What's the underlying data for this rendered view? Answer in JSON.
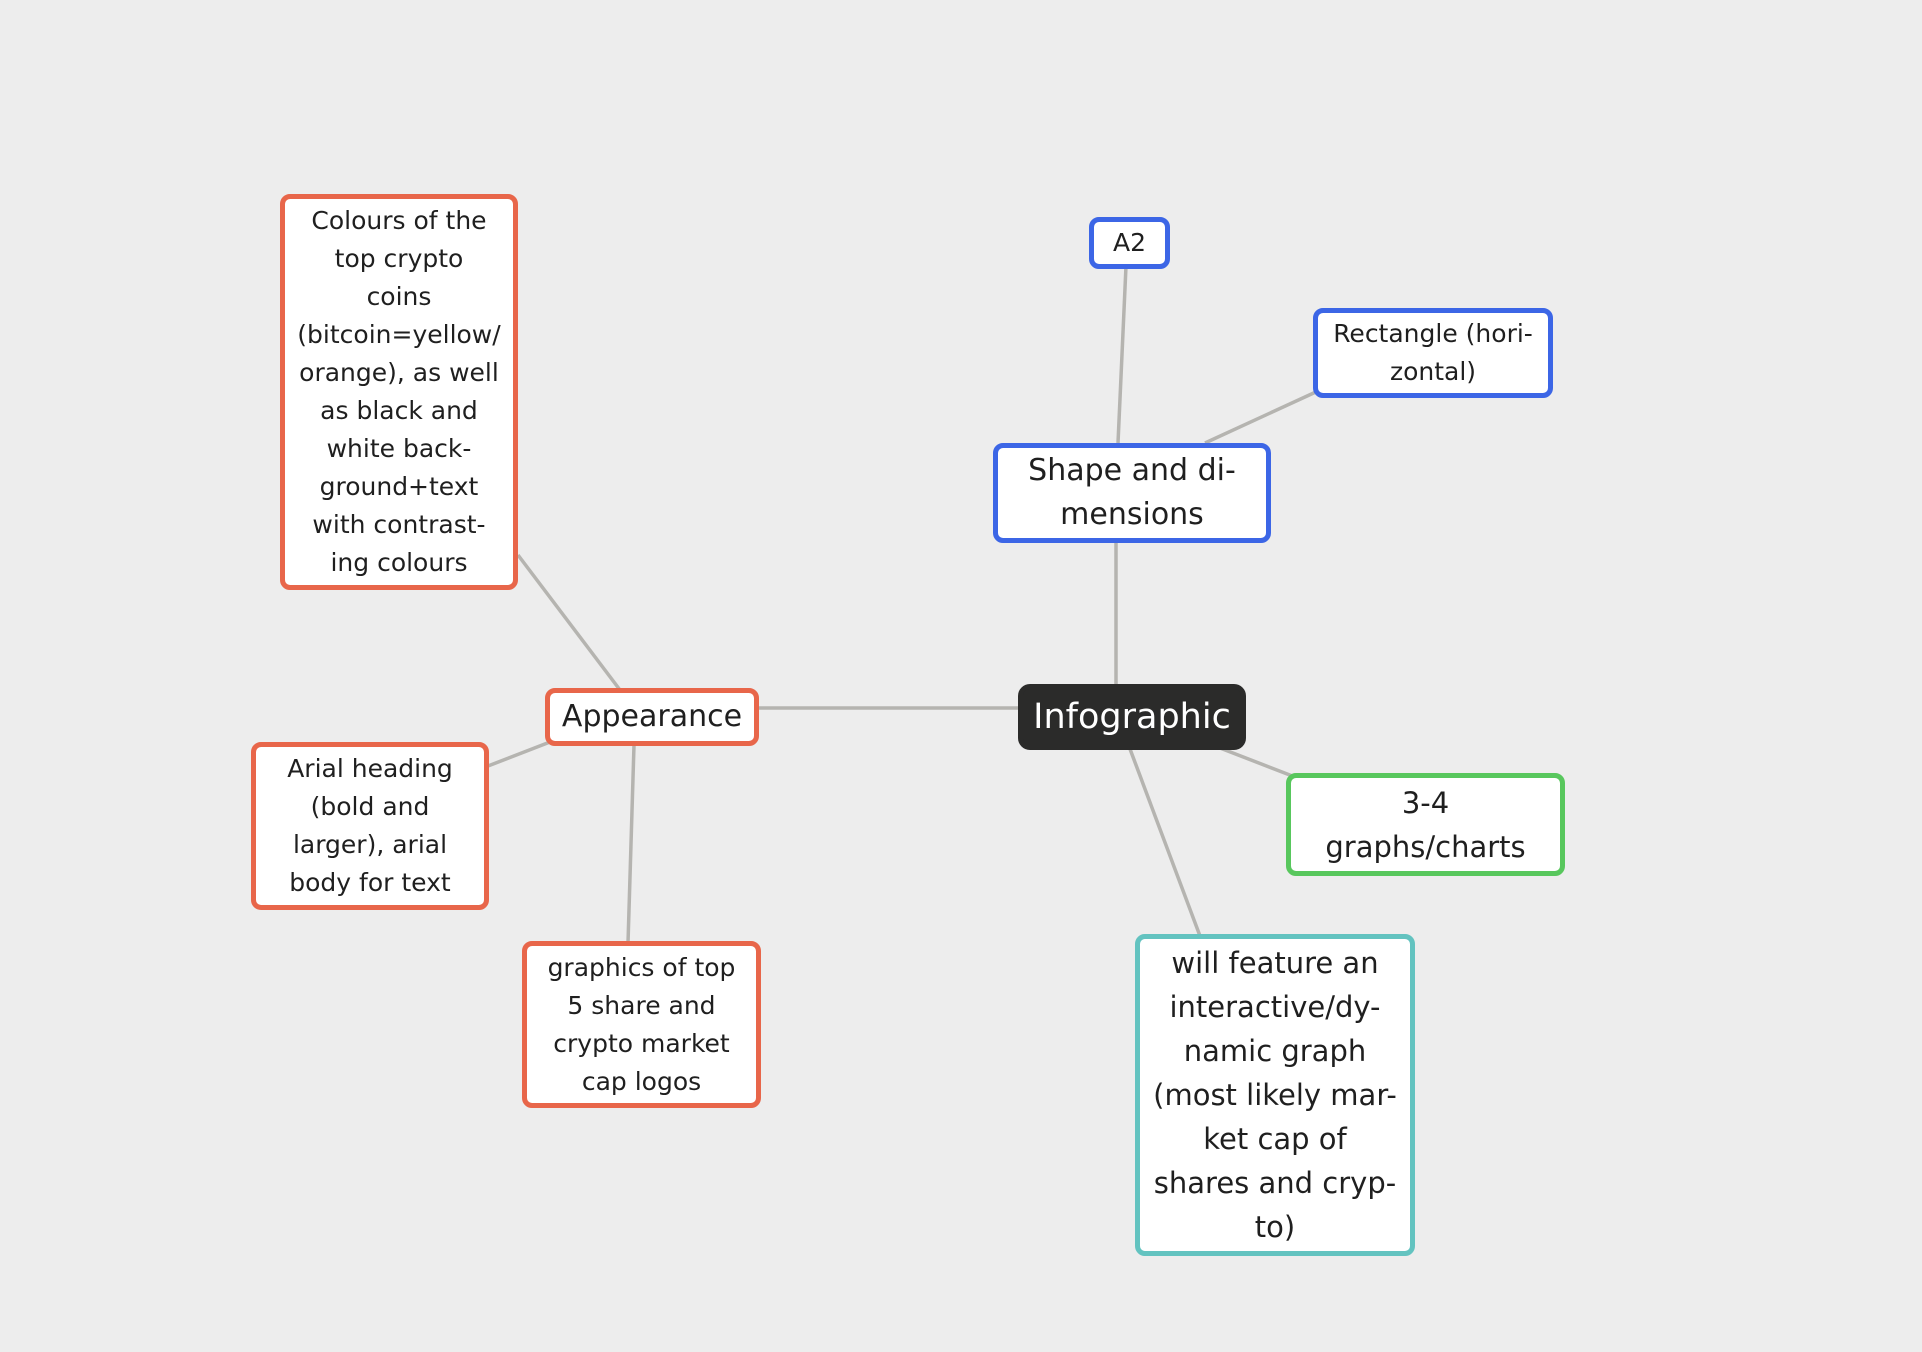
{
  "mindmap": {
    "root": {
      "label": "Infographic"
    },
    "branches": {
      "shape": {
        "label": "Shape and di-\nmensions",
        "color": "#3c66e6",
        "children": [
          {
            "label": "A2"
          },
          {
            "label": "Rectangle (hori-\nzontal)"
          }
        ]
      },
      "appearance": {
        "label": "Appearance",
        "color": "#e8664a",
        "children": [
          {
            "label": "Colours of the\ntop crypto\ncoins\n(bitcoin=yellow/\norange), as well\nas black and\nwhite back-\nground+text\nwith contrast-\ning colours"
          },
          {
            "label": "Arial heading\n(bold and\nlarger), arial\nbody for text"
          },
          {
            "label": "graphics of top\n5 share and\ncrypto market\ncap logos"
          }
        ]
      },
      "graphs": {
        "label": "3-4\ngraphs/charts",
        "color": "#58c75d"
      },
      "interactive": {
        "label": "will feature an\ninteractive/dy-\nnamic graph\n(most likely mar-\nket cap of\nshares and cryp-\nto)",
        "color": "#63c3c0"
      }
    }
  }
}
